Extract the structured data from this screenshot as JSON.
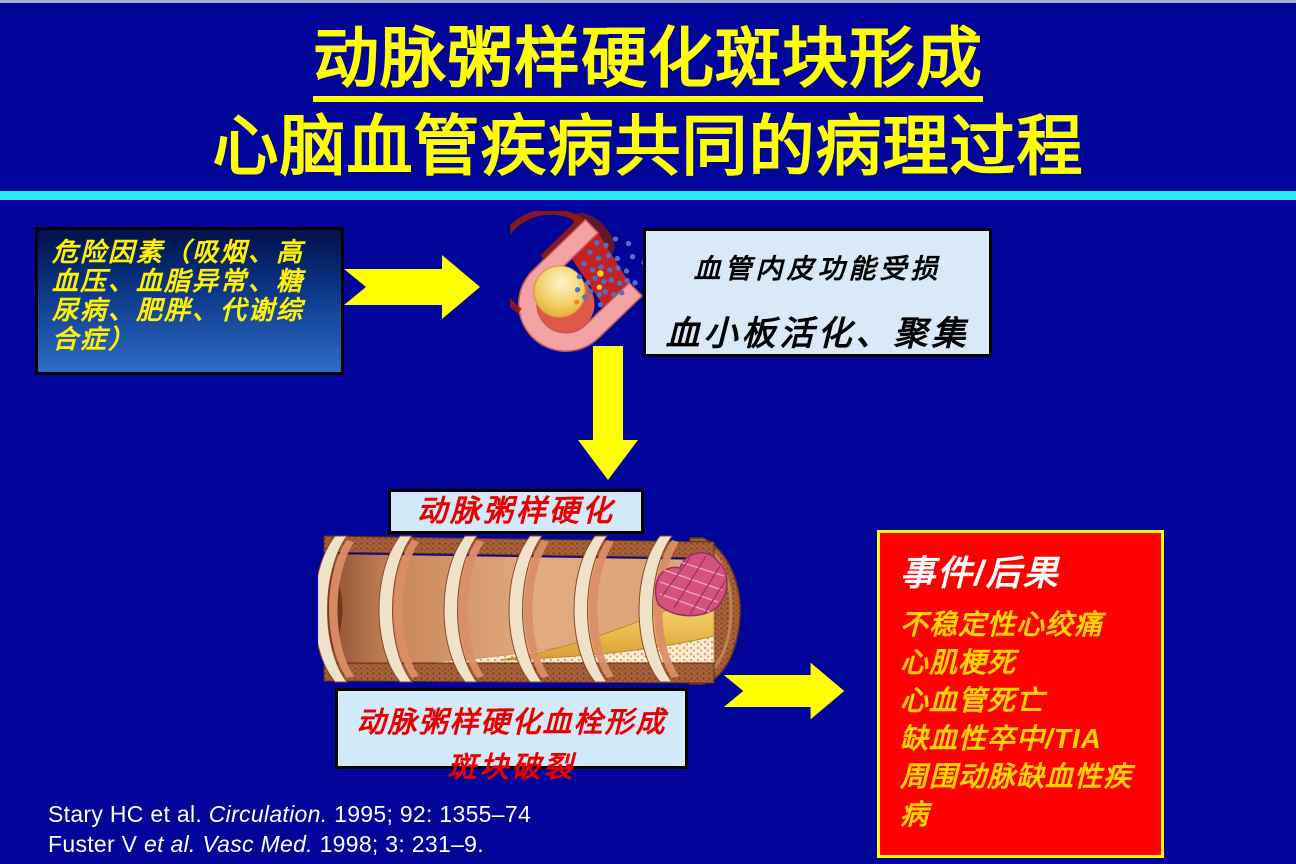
{
  "slide": {
    "title": {
      "line1": "动脉粥样硬化斑块形成",
      "line2": "心脑血管疾病共同的病理过程"
    },
    "risk_box": {
      "text": "危险因素（吸烟、高血压、血脂异常、糖尿病、肥胖、代谢综合症）"
    },
    "endothelium_box": {
      "line1": "血管内皮功能受损",
      "line2": "血小板活化、聚集"
    },
    "athero_label": "动脉粥样硬化",
    "thrombosis_box": {
      "line1": "动脉粥样硬化血栓形成",
      "line2": "斑块破裂"
    },
    "events_box": {
      "title": "事件/后果",
      "items": [
        "不稳定性心绞痛",
        "心肌梗死",
        "心血管死亡",
        "缺血性卒中/TIA",
        "周围动脉缺血性疾病"
      ]
    },
    "citations": [
      {
        "pre": "Stary HC et al. ",
        "italic": "Circulation.",
        "post": " 1995; 92: 1355–74"
      },
      {
        "pre": "Fuster V ",
        "italic": "et al. Vasc Med.",
        "post": " 1998; 3: 231–9."
      }
    ],
    "colors": {
      "background": "#000499",
      "title_text": "#FFFF00",
      "divider": "#2BE9F4",
      "arrow": "#FFFF00",
      "label_box_bg": "#D6E9F8",
      "label_box_red_text": "#E80000",
      "risk_box_text": "#FFF200",
      "events_bg": "#FE0000",
      "events_border": "#FFFF00",
      "events_title_text": "#FFFFFF",
      "events_item_text": "#FFD400",
      "citation_text": "#FFFFFF"
    },
    "icons": {
      "flow_arrow_right": "yellow-block-arrow-right",
      "flow_arrow_down": "yellow-block-arrow-down",
      "cross_section": "artery-cross-section-platelets-illustration",
      "progression": "atherosclerosis-progression-artery-illustration"
    }
  }
}
